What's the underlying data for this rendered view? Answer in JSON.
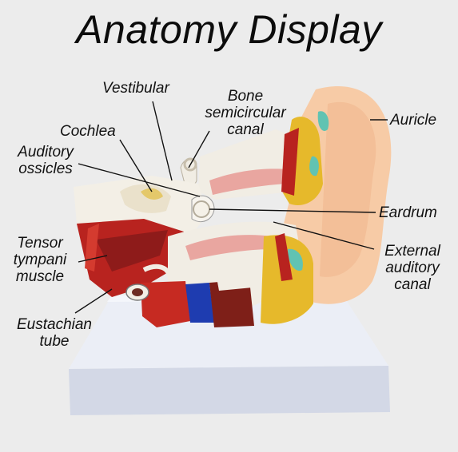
{
  "title": "Anatomy Display",
  "labels": {
    "vestibular": "Vestibular",
    "bone_semicircular_canal": [
      "Bone",
      "semicircular",
      "canal"
    ],
    "cochlea": "Cochlea",
    "auditory_ossicles": [
      "Auditory",
      "ossicles"
    ],
    "auricle": "Auricle",
    "eardrum": "Eardrum",
    "tensor_tympani_muscle": [
      "Tensor",
      "tympani",
      "muscle"
    ],
    "external_auditory_canal": [
      "External",
      "auditory",
      "canal"
    ],
    "eustachian_tube": [
      "Eustachian",
      "tube"
    ]
  },
  "colors": {
    "background": "#ececec",
    "base": "#dfe3ef",
    "auricle": "#f7cba6",
    "bone": "#f1ede4",
    "muscle": "#b8231f",
    "yellow": "#e6b92b",
    "teal": "#61c3b2",
    "blue": "#1e3cb0"
  }
}
